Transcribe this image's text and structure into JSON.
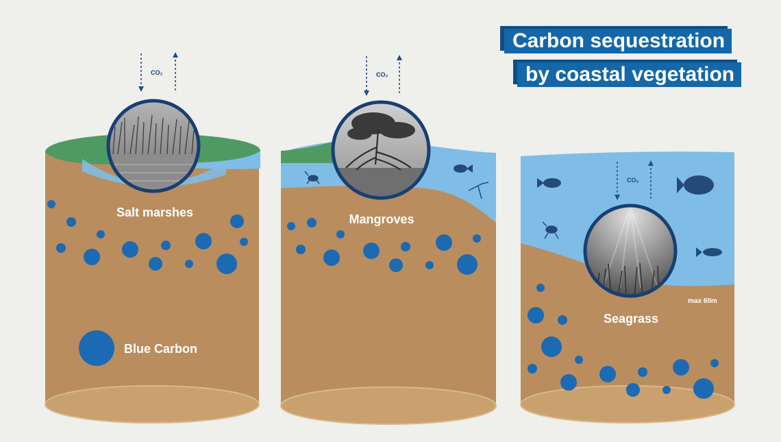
{
  "title": {
    "line1": "Carbon sequestration",
    "line2": "by coastal vegetation"
  },
  "labels": {
    "salt_marshes": "Salt marshes",
    "mangroves": "Mangroves",
    "seagrass": "Seagrass",
    "blue_carbon": "Blue Carbon",
    "depth": "max 60m"
  },
  "co2_label": "CO₂",
  "colors": {
    "background": "#efefec",
    "sediment": "#b98d5e",
    "water": "#7fbde6",
    "vegetation": "#4f9a62",
    "blue_carbon": "#1b6ab3",
    "accent": "#1467a8",
    "frame": "#173f73"
  },
  "icons": [
    "co2-arrow-icon",
    "fish-icon",
    "shrimp-icon",
    "blue-carbon-dot-icon"
  ]
}
